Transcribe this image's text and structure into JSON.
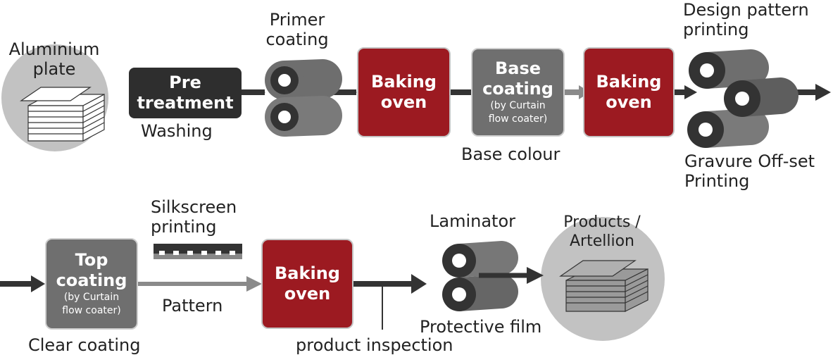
{
  "colors": {
    "oven": "#9c1a21",
    "pretreat": "#2e2e2e",
    "coating_box": "#6f6f6f",
    "circle_bg": "#c2c2c2",
    "arrow_dark": "#333333",
    "arrow_gray": "#8a8a8a",
    "roller": "#6e6e6e"
  },
  "row1": {
    "aluminium_label": "Aluminium\nplate",
    "pretreatment": {
      "label": "Pre\ntreatment",
      "caption": "Washing"
    },
    "primer_label": "Primer\ncoating",
    "baking1": "Baking\noven",
    "base_coating": {
      "label": "Base\ncoating",
      "sub": "(by Curtain\nflow coater)",
      "caption": "Base colour"
    },
    "baking2": "Baking\noven",
    "design_label": "Design pattern\nprinting",
    "gravure_label": "Gravure Off-set\nPrinting"
  },
  "row2": {
    "top_coating": {
      "label": "Top\ncoating",
      "sub": "(by Curtain\nflow coater)",
      "caption": "Clear coating"
    },
    "silkscreen_label": "Silkscreen\nprinting",
    "pattern_label": "Pattern",
    "baking3": "Baking\noven",
    "inspection_label": "product inspection",
    "laminator_label": "Laminator",
    "protective_label": "Protective film",
    "products_label": "Products /\nArtellion"
  }
}
